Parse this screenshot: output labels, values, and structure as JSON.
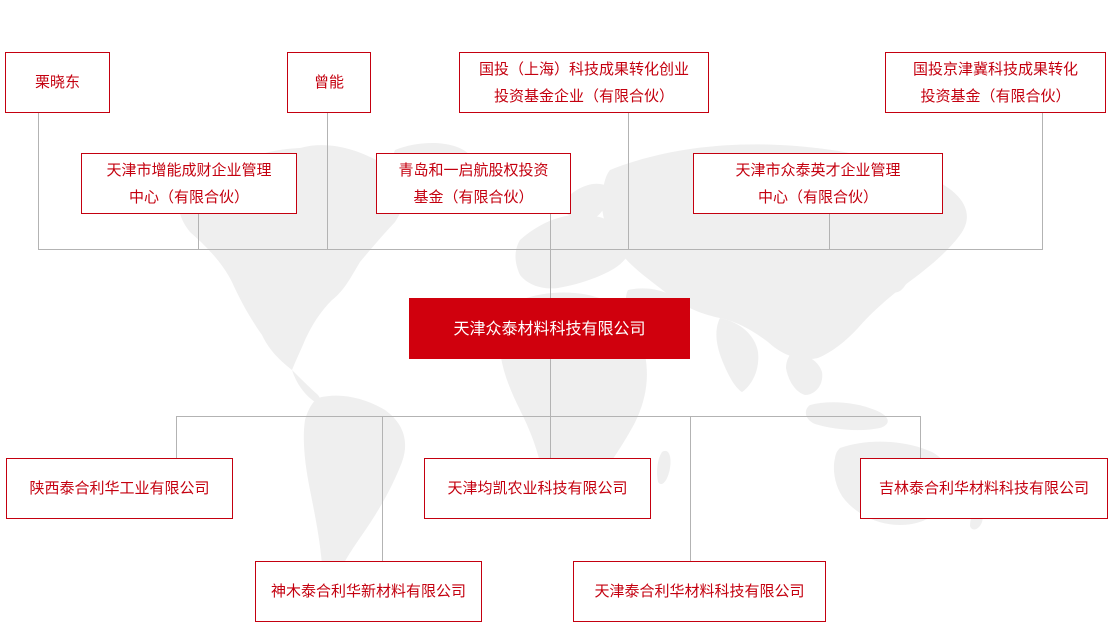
{
  "colors": {
    "accent": "#d0000d",
    "node_border": "#c4000f",
    "line": "#b3b3b3",
    "map": "#efefef"
  },
  "shareholders": [
    {
      "id": "lixiaodong",
      "lines": [
        "栗晓东"
      ]
    },
    {
      "id": "zengneng",
      "lines": [
        "曾能"
      ]
    },
    {
      "id": "guotou-shanghai",
      "lines": [
        "国投（上海）科技成果转化创业",
        "投资基金企业（有限合伙）"
      ]
    },
    {
      "id": "guotou-jingjinji",
      "lines": [
        "国投京津冀科技成果转化",
        "投资基金（有限合伙）"
      ]
    },
    {
      "id": "tianjin-zengneng",
      "lines": [
        "天津市增能成财企业管理",
        "中心（有限合伙）"
      ]
    },
    {
      "id": "qingdao-heyi",
      "lines": [
        "青岛和一启航股权投资",
        "基金（有限合伙）"
      ]
    },
    {
      "id": "tianjin-zhongtai-yingcai",
      "lines": [
        "天津市众泰英才企业管理",
        "中心（有限合伙）"
      ]
    }
  ],
  "center_company": {
    "lines": [
      "天津众泰材料科技有限公司"
    ]
  },
  "subsidiaries": [
    {
      "id": "shaanxi",
      "lines": [
        "陕西泰合利华工业有限公司"
      ]
    },
    {
      "id": "tianjin-junkai",
      "lines": [
        "天津均凯农业科技有限公司"
      ]
    },
    {
      "id": "jilin",
      "lines": [
        "吉林泰合利华材料科技有限公司"
      ]
    },
    {
      "id": "shenmu",
      "lines": [
        "神木泰合利华新材料有限公司"
      ]
    },
    {
      "id": "tianjin-taihe",
      "lines": [
        "天津泰合利华材料科技有限公司"
      ]
    }
  ]
}
